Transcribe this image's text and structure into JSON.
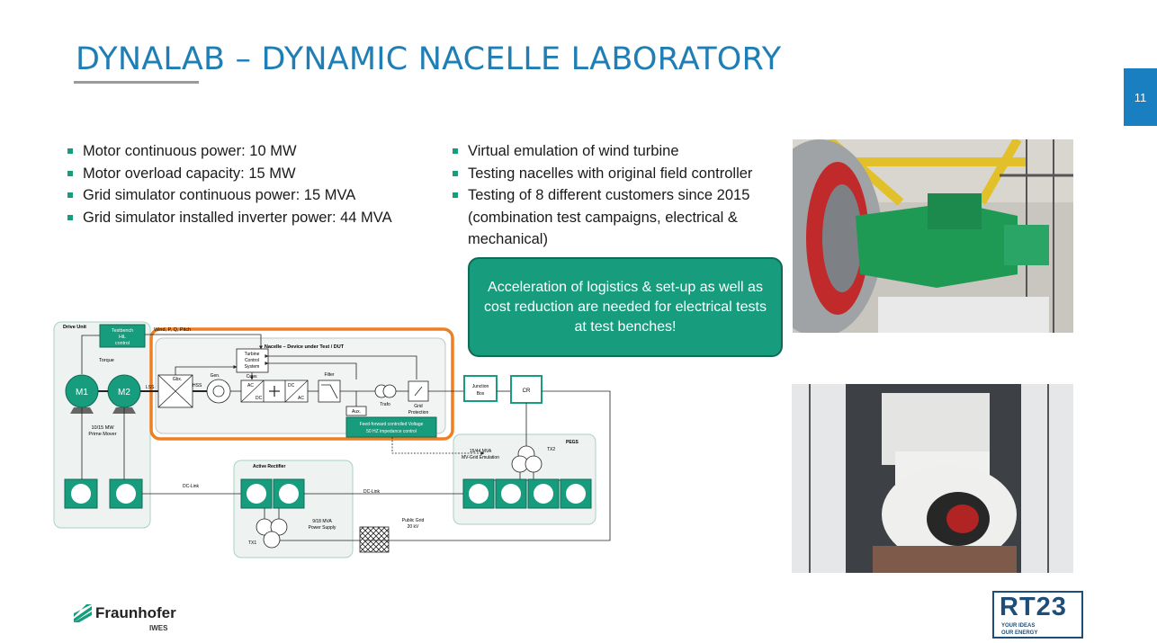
{
  "header": {
    "title": "DYNALAB – DYNAMIC NACELLE LABORATORY",
    "page_number": "11"
  },
  "specs": [
    "Motor continuous power: 10 MW",
    "Motor overload capacity: 15 MW",
    "Grid simulator continuous power: 15 MVA",
    "Grid simulator installed inverter power: 44 MVA"
  ],
  "features": [
    "Virtual emulation of wind turbine",
    "Testing nacelles with original field controller",
    "Testing of 8 different customers since 2015 (combination test campaigns, electrical & mechanical)"
  ],
  "callout": "Acceleration of logistics & set-up as well as cost reduction are needed for electrical tests at test benches!",
  "diagram": {
    "drive_unit": "Drive Unit",
    "testbench": [
      "Testbench",
      "HiL",
      "control"
    ],
    "wind": "Wind, P, Q, Pitch",
    "torque": "Torque",
    "m1": "M1",
    "m2": "M2",
    "prime_mover": [
      "10/15 MW",
      "Prime Mover"
    ],
    "lss": "LSS",
    "nacelle": "Nacelle – Device under Test / DUT",
    "turbine_control": [
      "Turbine",
      "Control",
      "System"
    ],
    "gbx": "Gbx.",
    "hss": "HSS",
    "gen": "Gen.",
    "conv": "Conv.",
    "ac": "AC",
    "dc": "DC",
    "filter": "Filter",
    "aux": "Aux.",
    "trafo": "Trafo",
    "grid_protection": [
      "Grid",
      "Protection"
    ],
    "feed_forward": [
      "Feed-forward controlled Voltage",
      "50 HZ impedance control"
    ],
    "junction": [
      "Junction",
      "Box"
    ],
    "cr": "CR",
    "pegs": "PEGS",
    "mv_grid": [
      "15/44 MVA",
      "MV-Grid Emulation"
    ],
    "tx2": "TX2",
    "active_rectifier": "Active Rectifier",
    "dc_link": "DC-Link",
    "power_supply": [
      "9/18 MVA",
      "Power Supply"
    ],
    "tx1": "TX1",
    "public_grid": [
      "Public Grid",
      "20 kV"
    ]
  },
  "footer": {
    "logo": "Fraunhofer",
    "logo_sub": "IWES",
    "rt23": "RT23",
    "rt23_tagline": [
      "YOUR IDEAS",
      "OUR ENERGY"
    ]
  },
  "colors": {
    "accent": "#1f7fb4",
    "green": "#179c7d",
    "orange": "#ee7f22",
    "tab": "#1a7fc1"
  }
}
